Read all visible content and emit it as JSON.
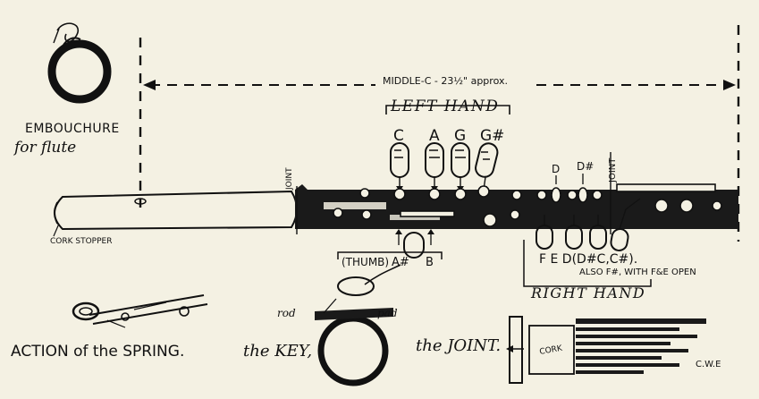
{
  "labels": {
    "embouchure_line1": "EMBOUCHURE",
    "embouchure_line2": "for flute",
    "middle_c": "MIDDLE-C - 23½\" approx.",
    "left_hand": "LEFT HAND",
    "left_notes": [
      "C",
      "A",
      "G",
      "G#"
    ],
    "joint_left": "JOINT",
    "joint_right": "JOINT",
    "d_label": "D",
    "d_sharp_label": "D#",
    "cork_stopper": "CORK STOPPER",
    "thumb_label": "(THUMB)",
    "thumb_a_sharp": "A#",
    "thumb_b": "B",
    "right_notes": "F  E  D(D#C,C#).",
    "right_note_extra": "ALSO F#, WITH F&E OPEN",
    "right_hand": "RIGHT HAND",
    "action_spring": "ACTION of the SPRING.",
    "the_key": "the KEY,",
    "rod": "rod",
    "pad": "pad",
    "the_joint": "the JOINT.",
    "cork": "CORK",
    "signature": "C.W.E"
  }
}
